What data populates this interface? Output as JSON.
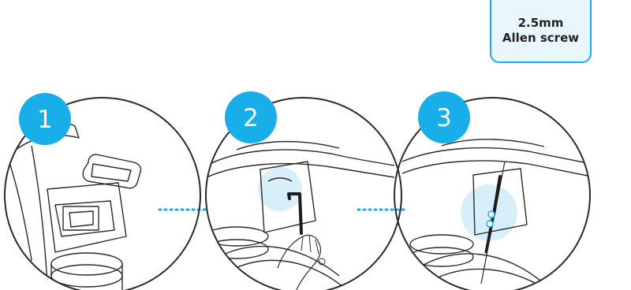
{
  "tool": {
    "line1": "2.5mm",
    "line2": "Allen screw"
  },
  "steps": [
    {
      "number": "1"
    },
    {
      "number": "2"
    },
    {
      "number": "3"
    }
  ],
  "colors": {
    "accent": "#18aeea",
    "accent_light": "#e9f7fd",
    "line_art": "#2b2b2b"
  }
}
